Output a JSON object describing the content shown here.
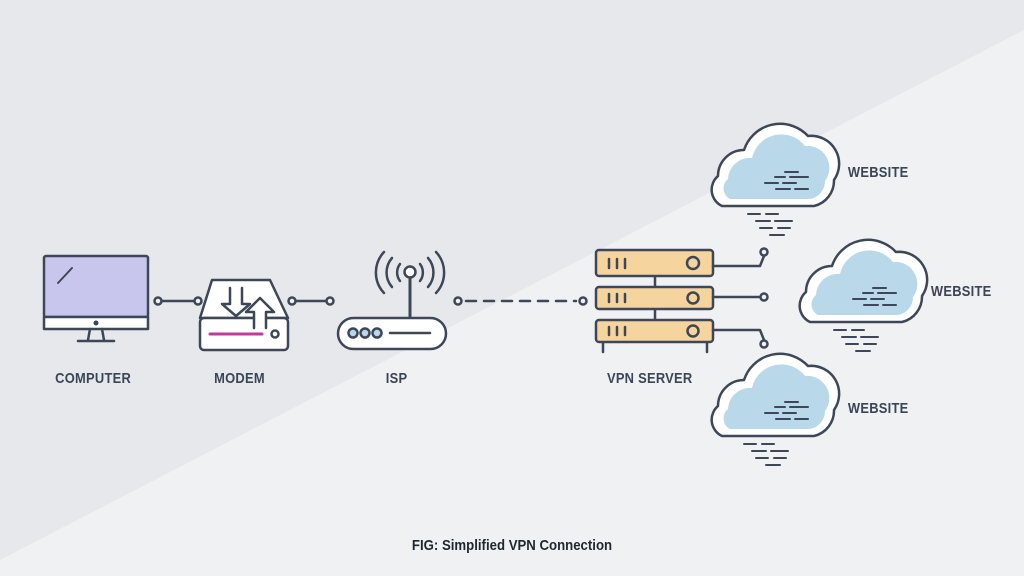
{
  "nodes": {
    "computer": {
      "label": "COMPUTER"
    },
    "modem": {
      "label": "MODEM"
    },
    "isp": {
      "label": "ISP"
    },
    "vpn_server": {
      "label": "VPN SERVER"
    },
    "websites": [
      {
        "label": "WEBSITE"
      },
      {
        "label": "WEBSITE"
      },
      {
        "label": "WEBSITE"
      }
    ]
  },
  "caption": "FIG: Simplified VPN Connection",
  "colors": {
    "outline": "#3d4757",
    "screen": "#c9c6ee",
    "cloud": "#b9d9ea",
    "server": "#f6d49e",
    "background_light": "#f0f1f3",
    "background_dark": "#e6e8ec"
  }
}
